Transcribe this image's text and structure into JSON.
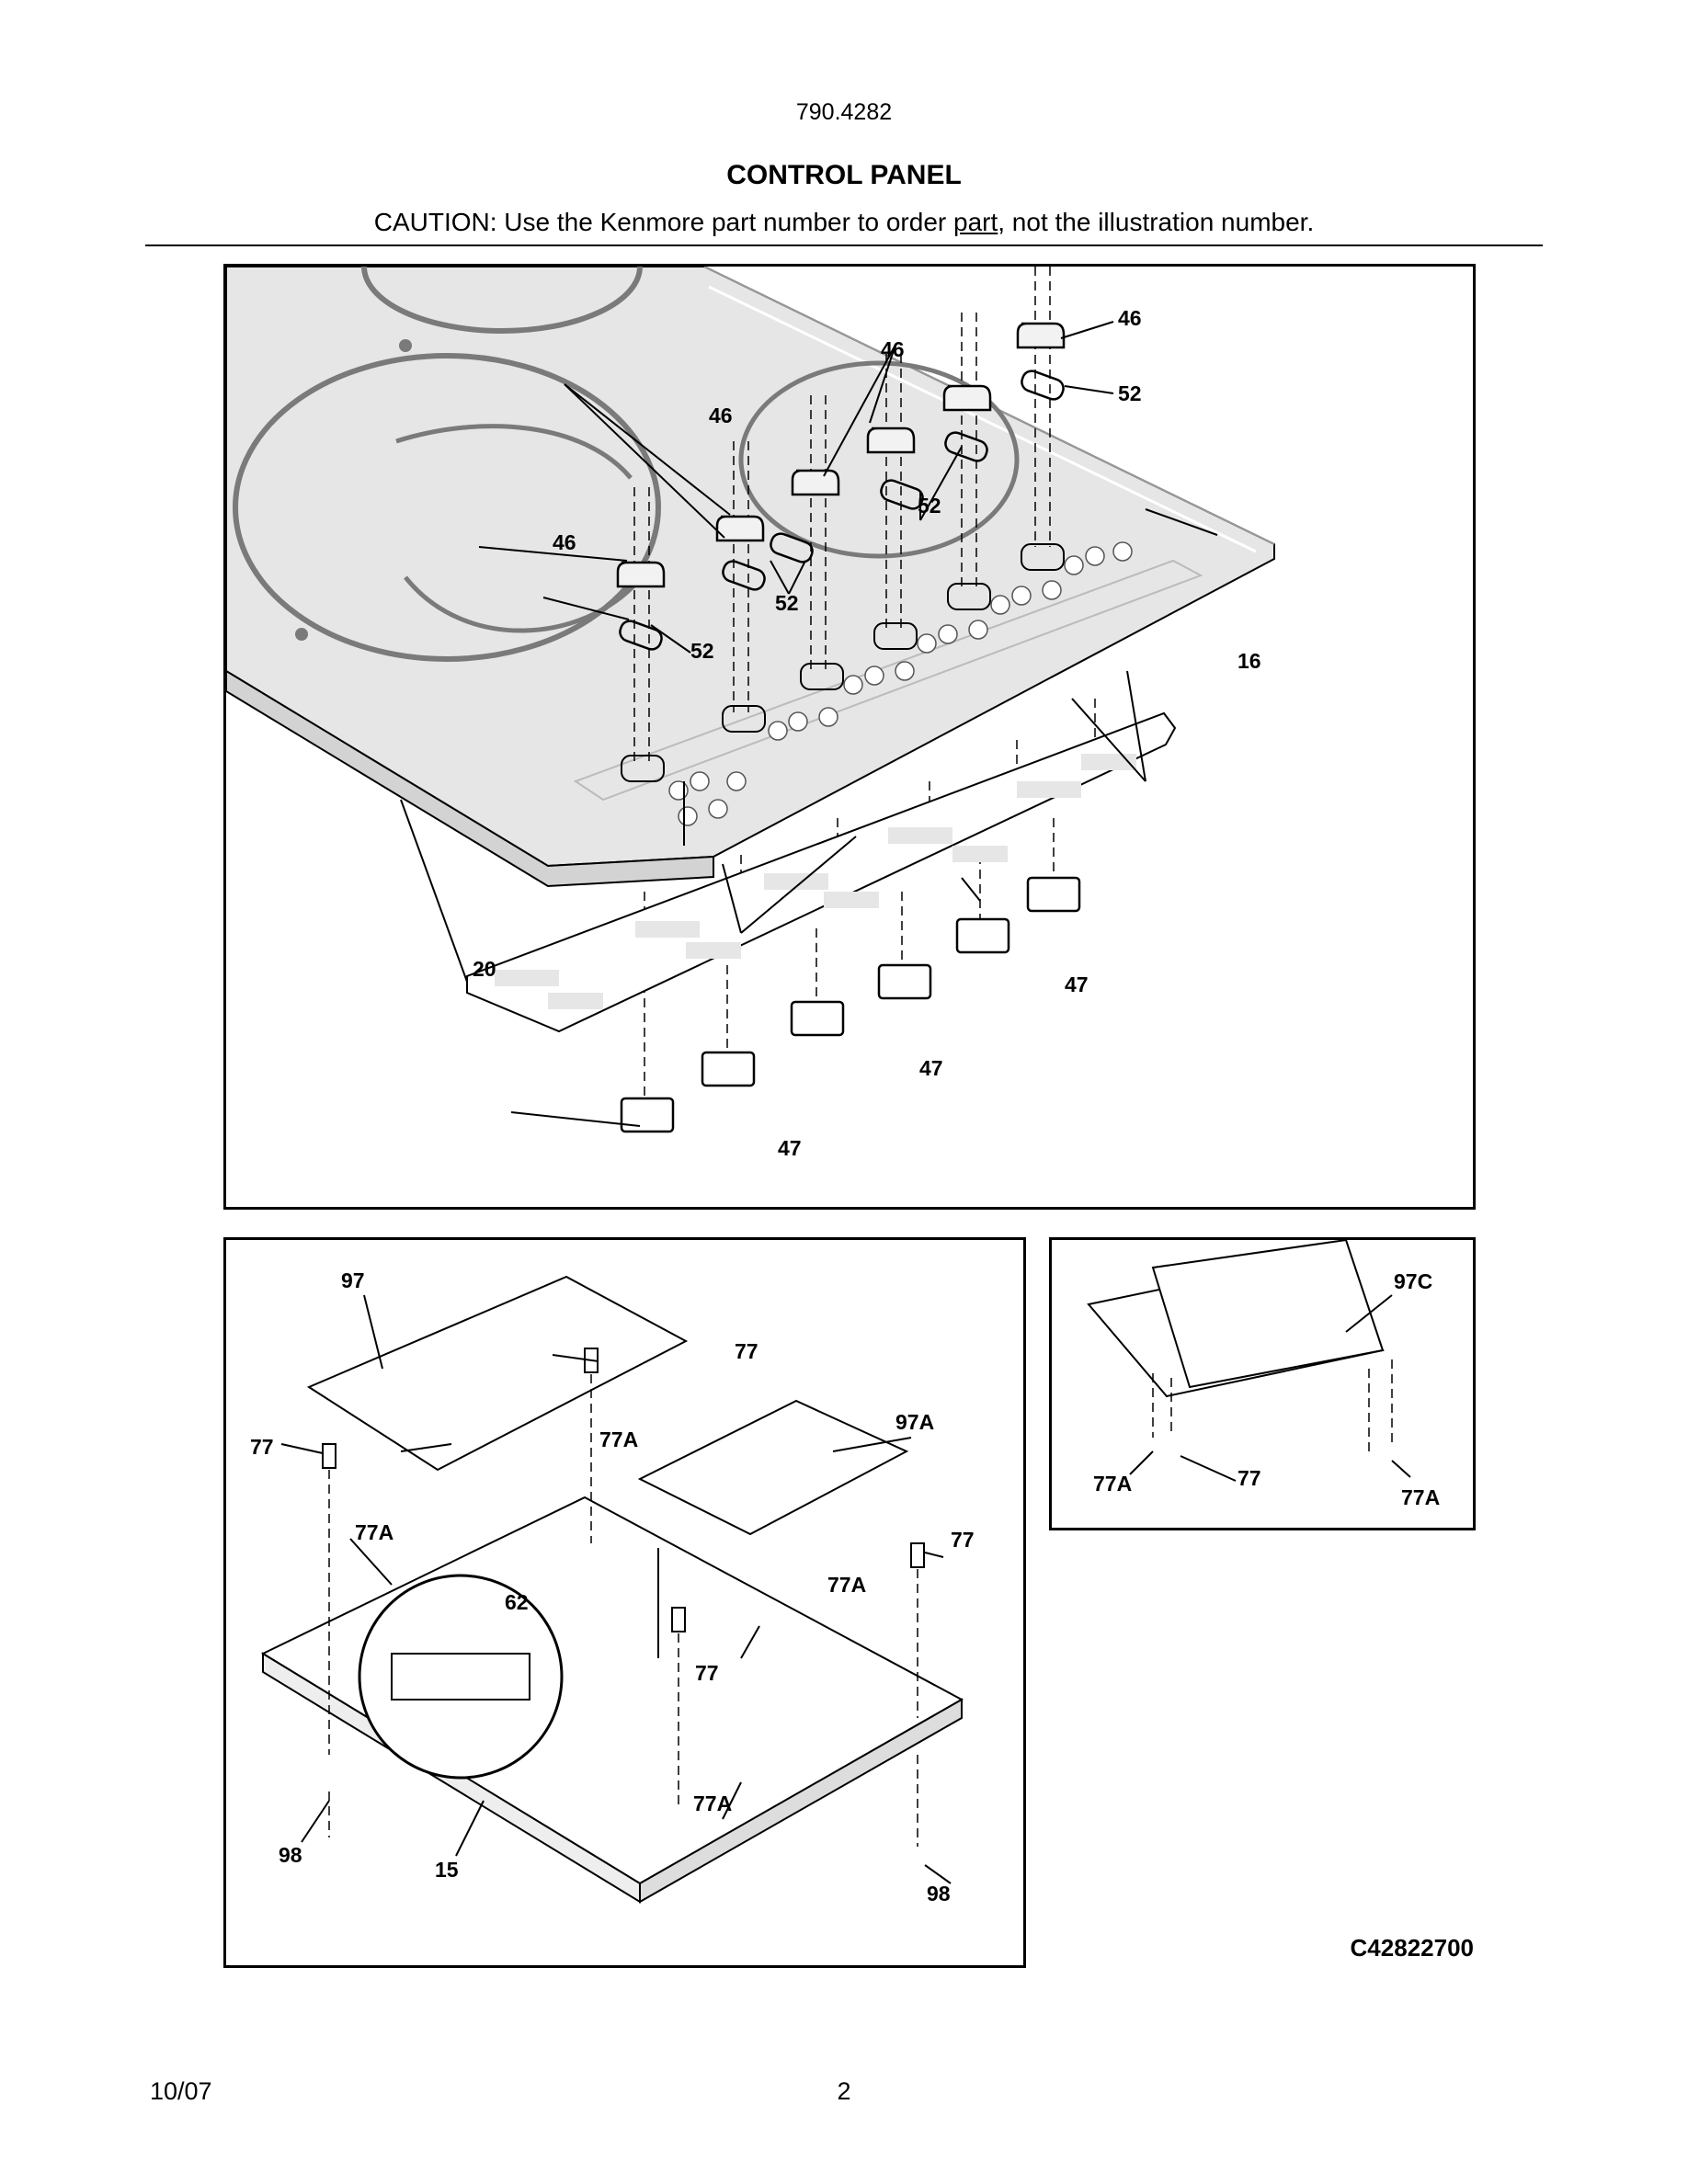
{
  "header": {
    "model": "790.4282",
    "title": "CONTROL PANEL",
    "caution_pre": "CAUTION: Use the Kenmore part number to order ",
    "caution_link": "part",
    "caution_post": ", not the illustration number."
  },
  "top_panel": {
    "callouts": {
      "c46a": "46",
      "c52a": "52",
      "c46b": "46",
      "c52b": "52",
      "c46c": "46",
      "c52c": "52",
      "c46d": "46",
      "c52d": "52",
      "c16": "16",
      "c20": "20",
      "c47a": "47",
      "c47b": "47",
      "c47c": "47"
    }
  },
  "bottom_left_panel": {
    "callouts": {
      "c97": "97",
      "c77a": "77",
      "c77b": "77",
      "c77Aa": "77A",
      "c97A": "97A",
      "c77Ab": "77A",
      "c62": "62",
      "c77c": "77",
      "c77d": "77",
      "c77Ac": "77A",
      "c77Ad": "77A",
      "c98a": "98",
      "c15": "15",
      "c98b": "98"
    }
  },
  "bottom_right_panel": {
    "callouts": {
      "c97C": "97C",
      "c77Aa": "77A",
      "c77": "77",
      "c77Ab": "77A"
    }
  },
  "diagram_code": "C42822700",
  "footer": {
    "date": "10/07",
    "page": "2"
  },
  "colors": {
    "glass": "#e6e6e6",
    "line": "#000000",
    "burner": "#7a7a7a"
  }
}
